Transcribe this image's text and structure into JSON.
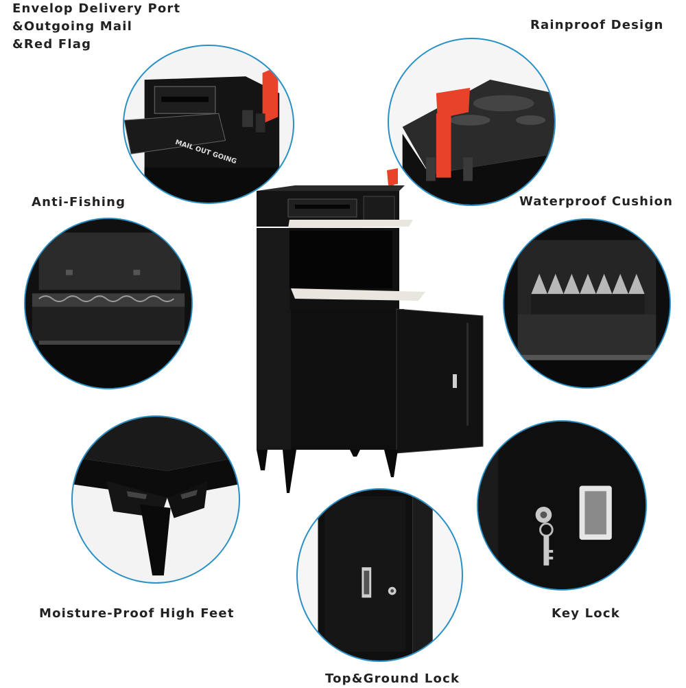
{
  "features": {
    "envelop_port": [
      "Envelop Delivery Port",
      "&Outgoing Mail",
      "&Red Flag"
    ],
    "rainproof": "Rainproof Design",
    "anti_fishing": "Anti-Fishing",
    "waterproof_cushion": "Waterproof Cushion",
    "high_feet": "Moisture-Proof High Feet",
    "key_lock": "Key Lock",
    "top_ground_lock": "Top&Ground Lock"
  },
  "product": {
    "slot_text": "MAIL OUT GOING"
  },
  "colors": {
    "border": "#2a8fc4",
    "flag": "#e8422b",
    "body": "#141414",
    "tray": "#e8e6df"
  }
}
